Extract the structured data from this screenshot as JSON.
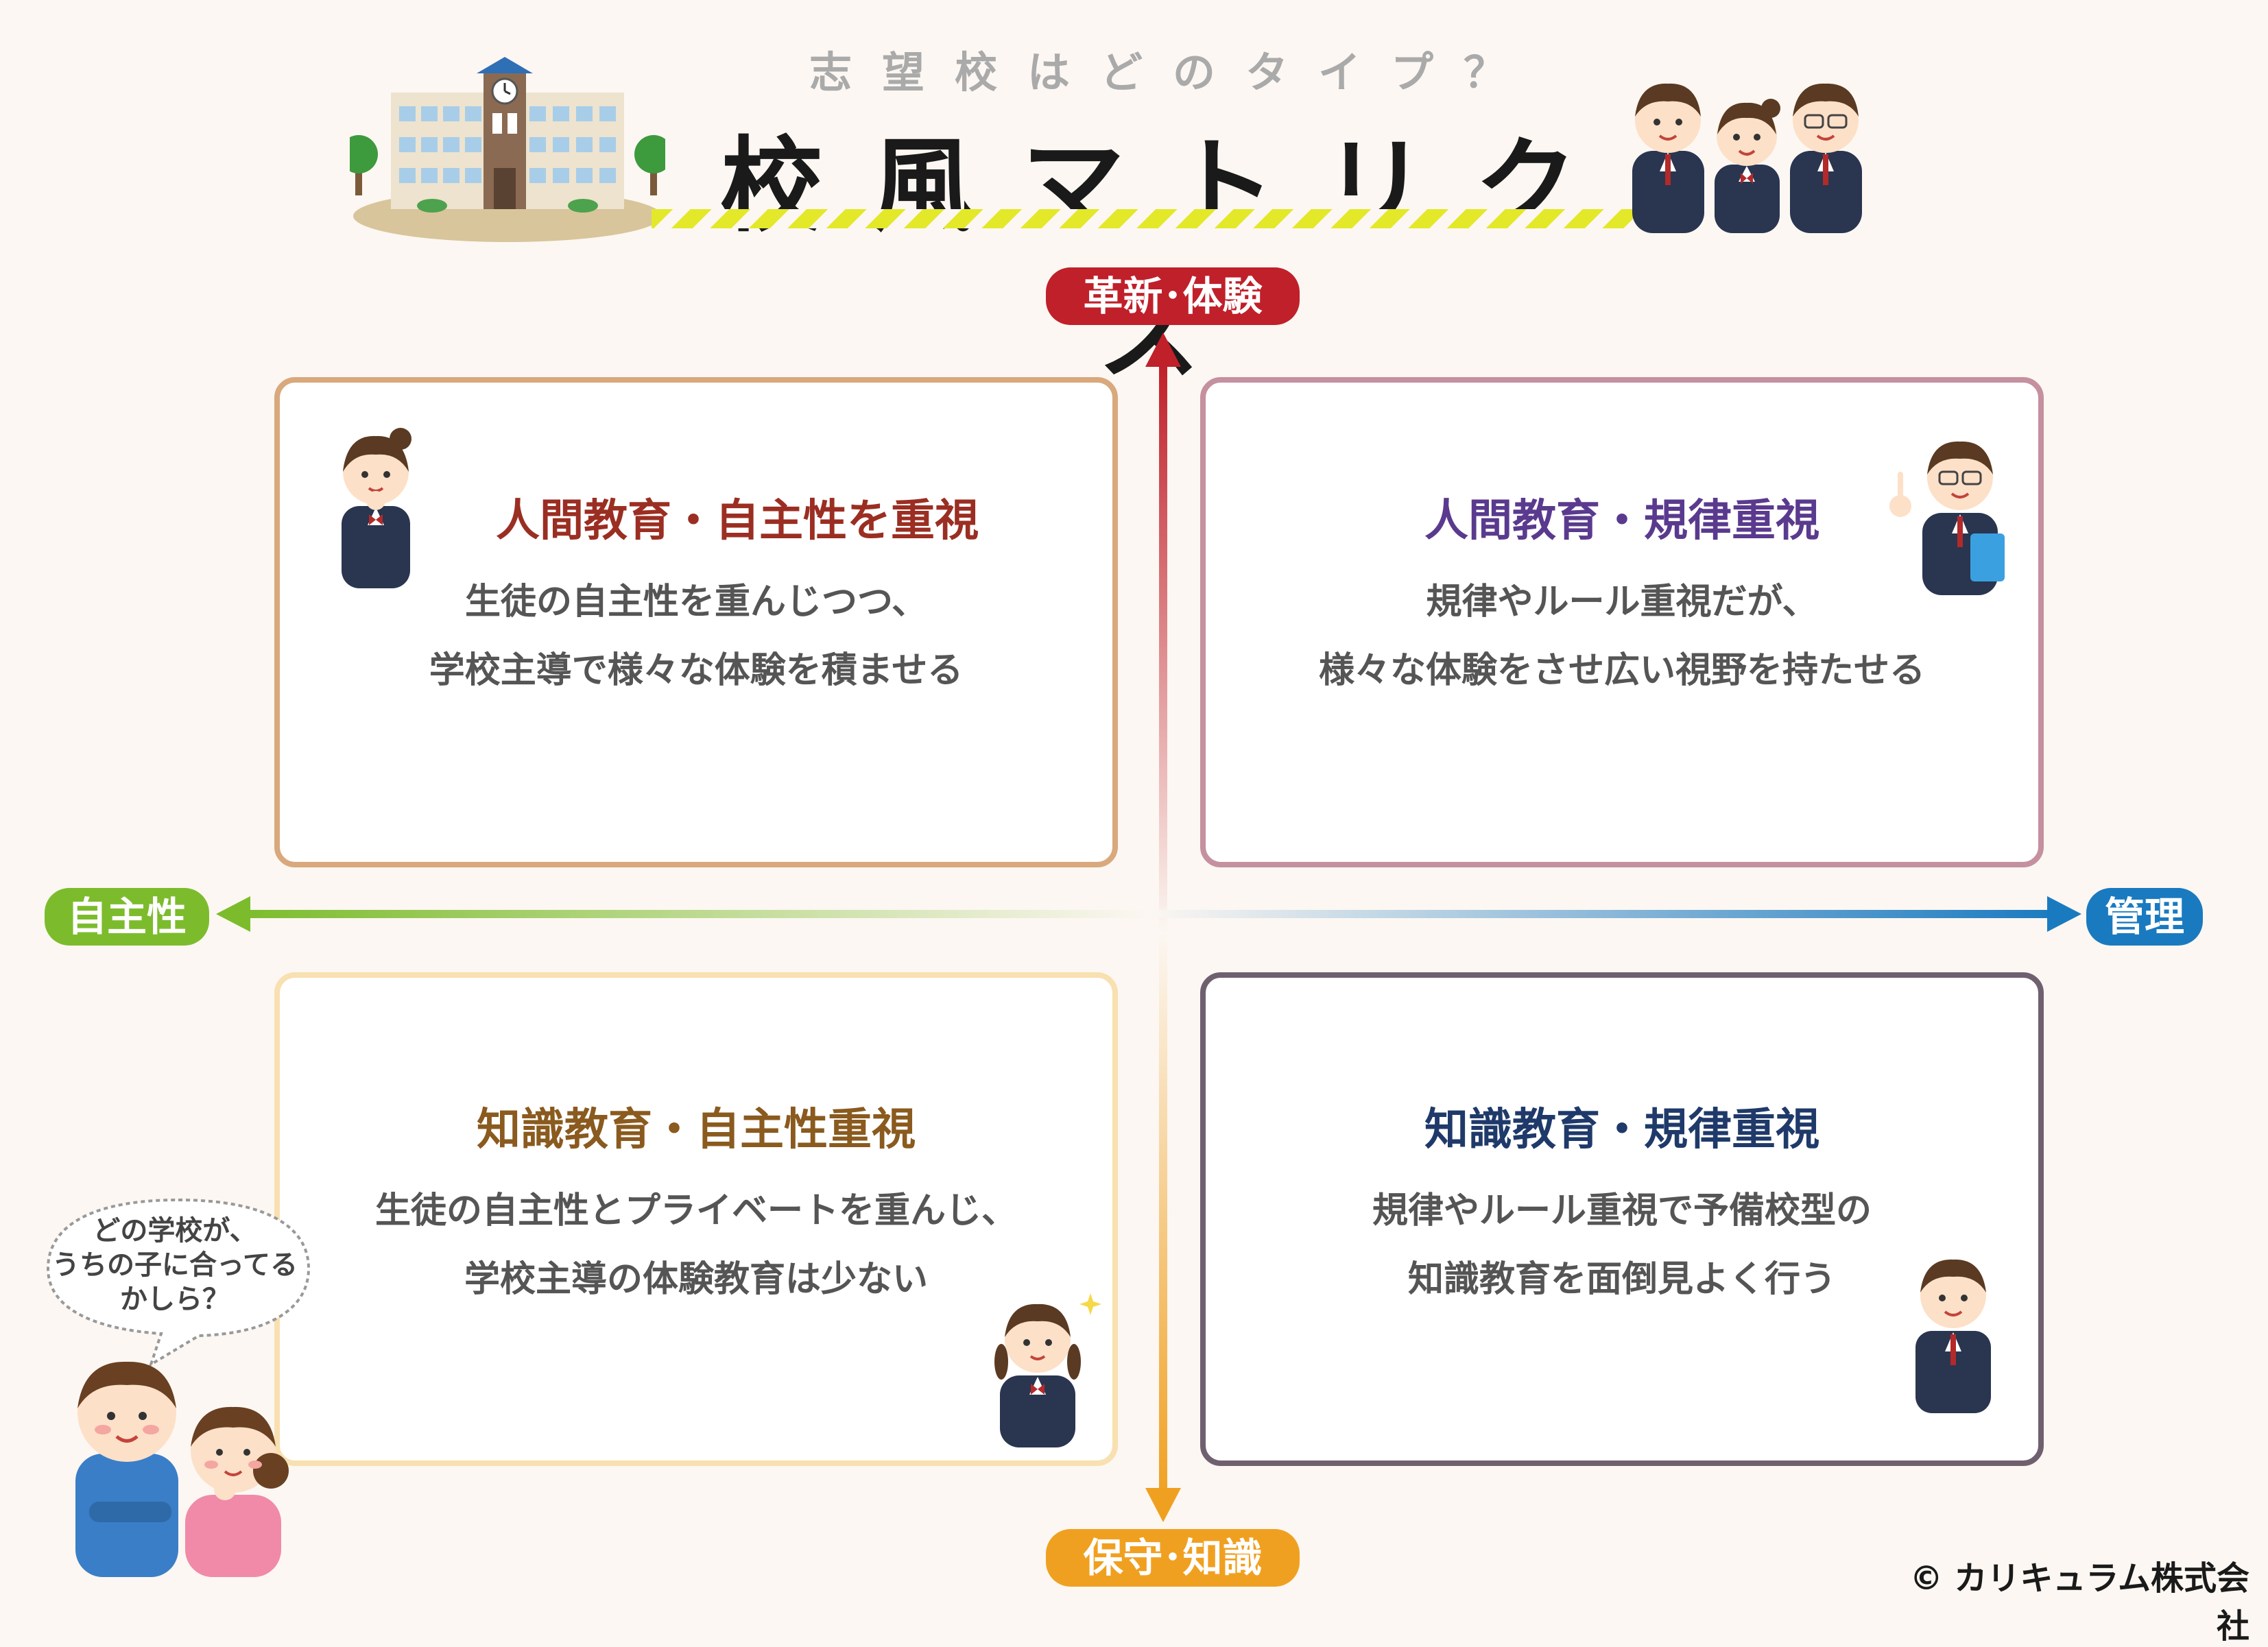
{
  "header": {
    "subtitle": "志望校はどのタイプ？",
    "title": "校風マトリクス"
  },
  "axes": {
    "top": "革新･体験",
    "bottom": "保守･知識",
    "left": "自主性",
    "right": "管理"
  },
  "quadrants": {
    "top_left": {
      "title": "人間教育・自主性を重視",
      "line1": "生徒の自主性を重んじつつ、",
      "line2": "学校主導で様々な体験を積ませる"
    },
    "top_right": {
      "title": "人間教育・規律重視",
      "line1": "規律やルール重視だが、",
      "line2": "様々な体験をさせ広い視野を持たせる"
    },
    "bottom_left": {
      "title": "知識教育・自主性重視",
      "line1": "生徒の自主性とプライベートを重んじ、",
      "line2": "学校主導の体験教育は少ない"
    },
    "bottom_right": {
      "title": "知識教育・規律重視",
      "line1": "規律やルール重視で予備校型の",
      "line2": "知識教育を面倒見よく行う"
    }
  },
  "speech_bubble": {
    "line1": "どの学校が、",
    "line2": "うちの子に合ってる",
    "line3": "かしら？"
  },
  "footer": {
    "copyright": "© カリキュラム株式会社"
  },
  "colors": {
    "title_tl": "#9b2e22",
    "title_tr": "#5a3a8e",
    "title_bl": "#8a5a1e",
    "title_br": "#1f3a6a",
    "axis_top": "#c0202a",
    "axis_bottom": "#f0a020",
    "axis_left": "#7cbc2c",
    "axis_right": "#1a7ac0"
  }
}
